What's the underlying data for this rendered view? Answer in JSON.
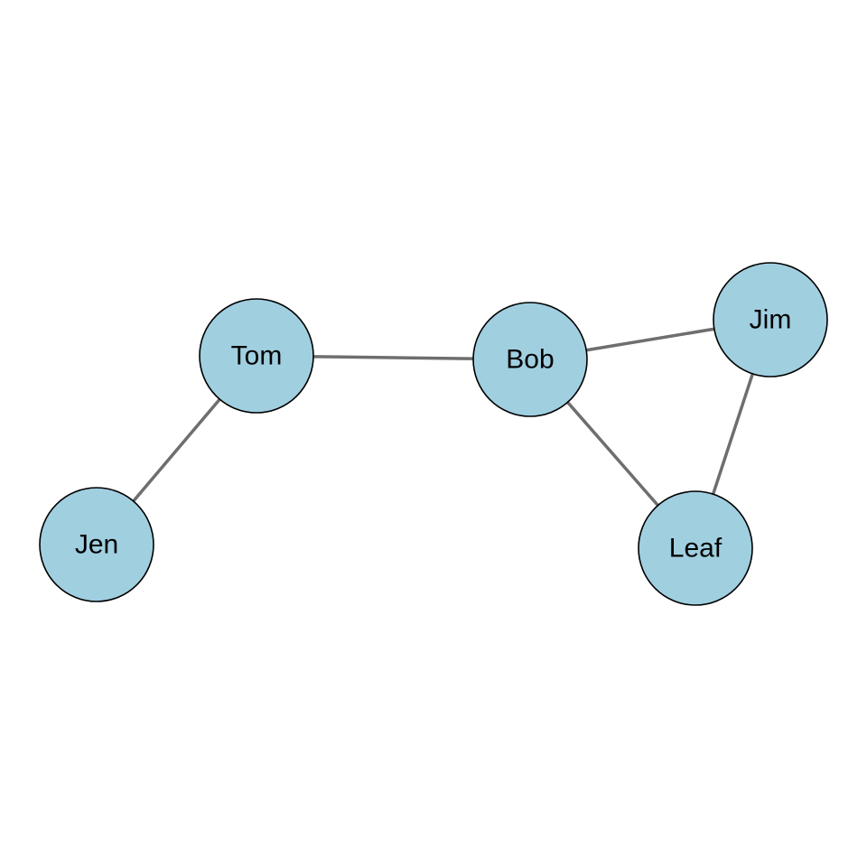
{
  "graph": {
    "node_fill": "#a0cfe0",
    "node_stroke": "#000000",
    "edge_color": "#6e6e6e",
    "nodes": [
      {
        "id": "tom",
        "label": "Tom"
      },
      {
        "id": "jen",
        "label": "Jen"
      },
      {
        "id": "bob",
        "label": "Bob"
      },
      {
        "id": "jim",
        "label": "Jim"
      },
      {
        "id": "leaf",
        "label": "Leaf"
      }
    ],
    "edges": [
      {
        "source": "tom",
        "target": "jen"
      },
      {
        "source": "tom",
        "target": "bob"
      },
      {
        "source": "bob",
        "target": "jim"
      },
      {
        "source": "bob",
        "target": "leaf"
      },
      {
        "source": "jim",
        "target": "leaf"
      }
    ]
  }
}
